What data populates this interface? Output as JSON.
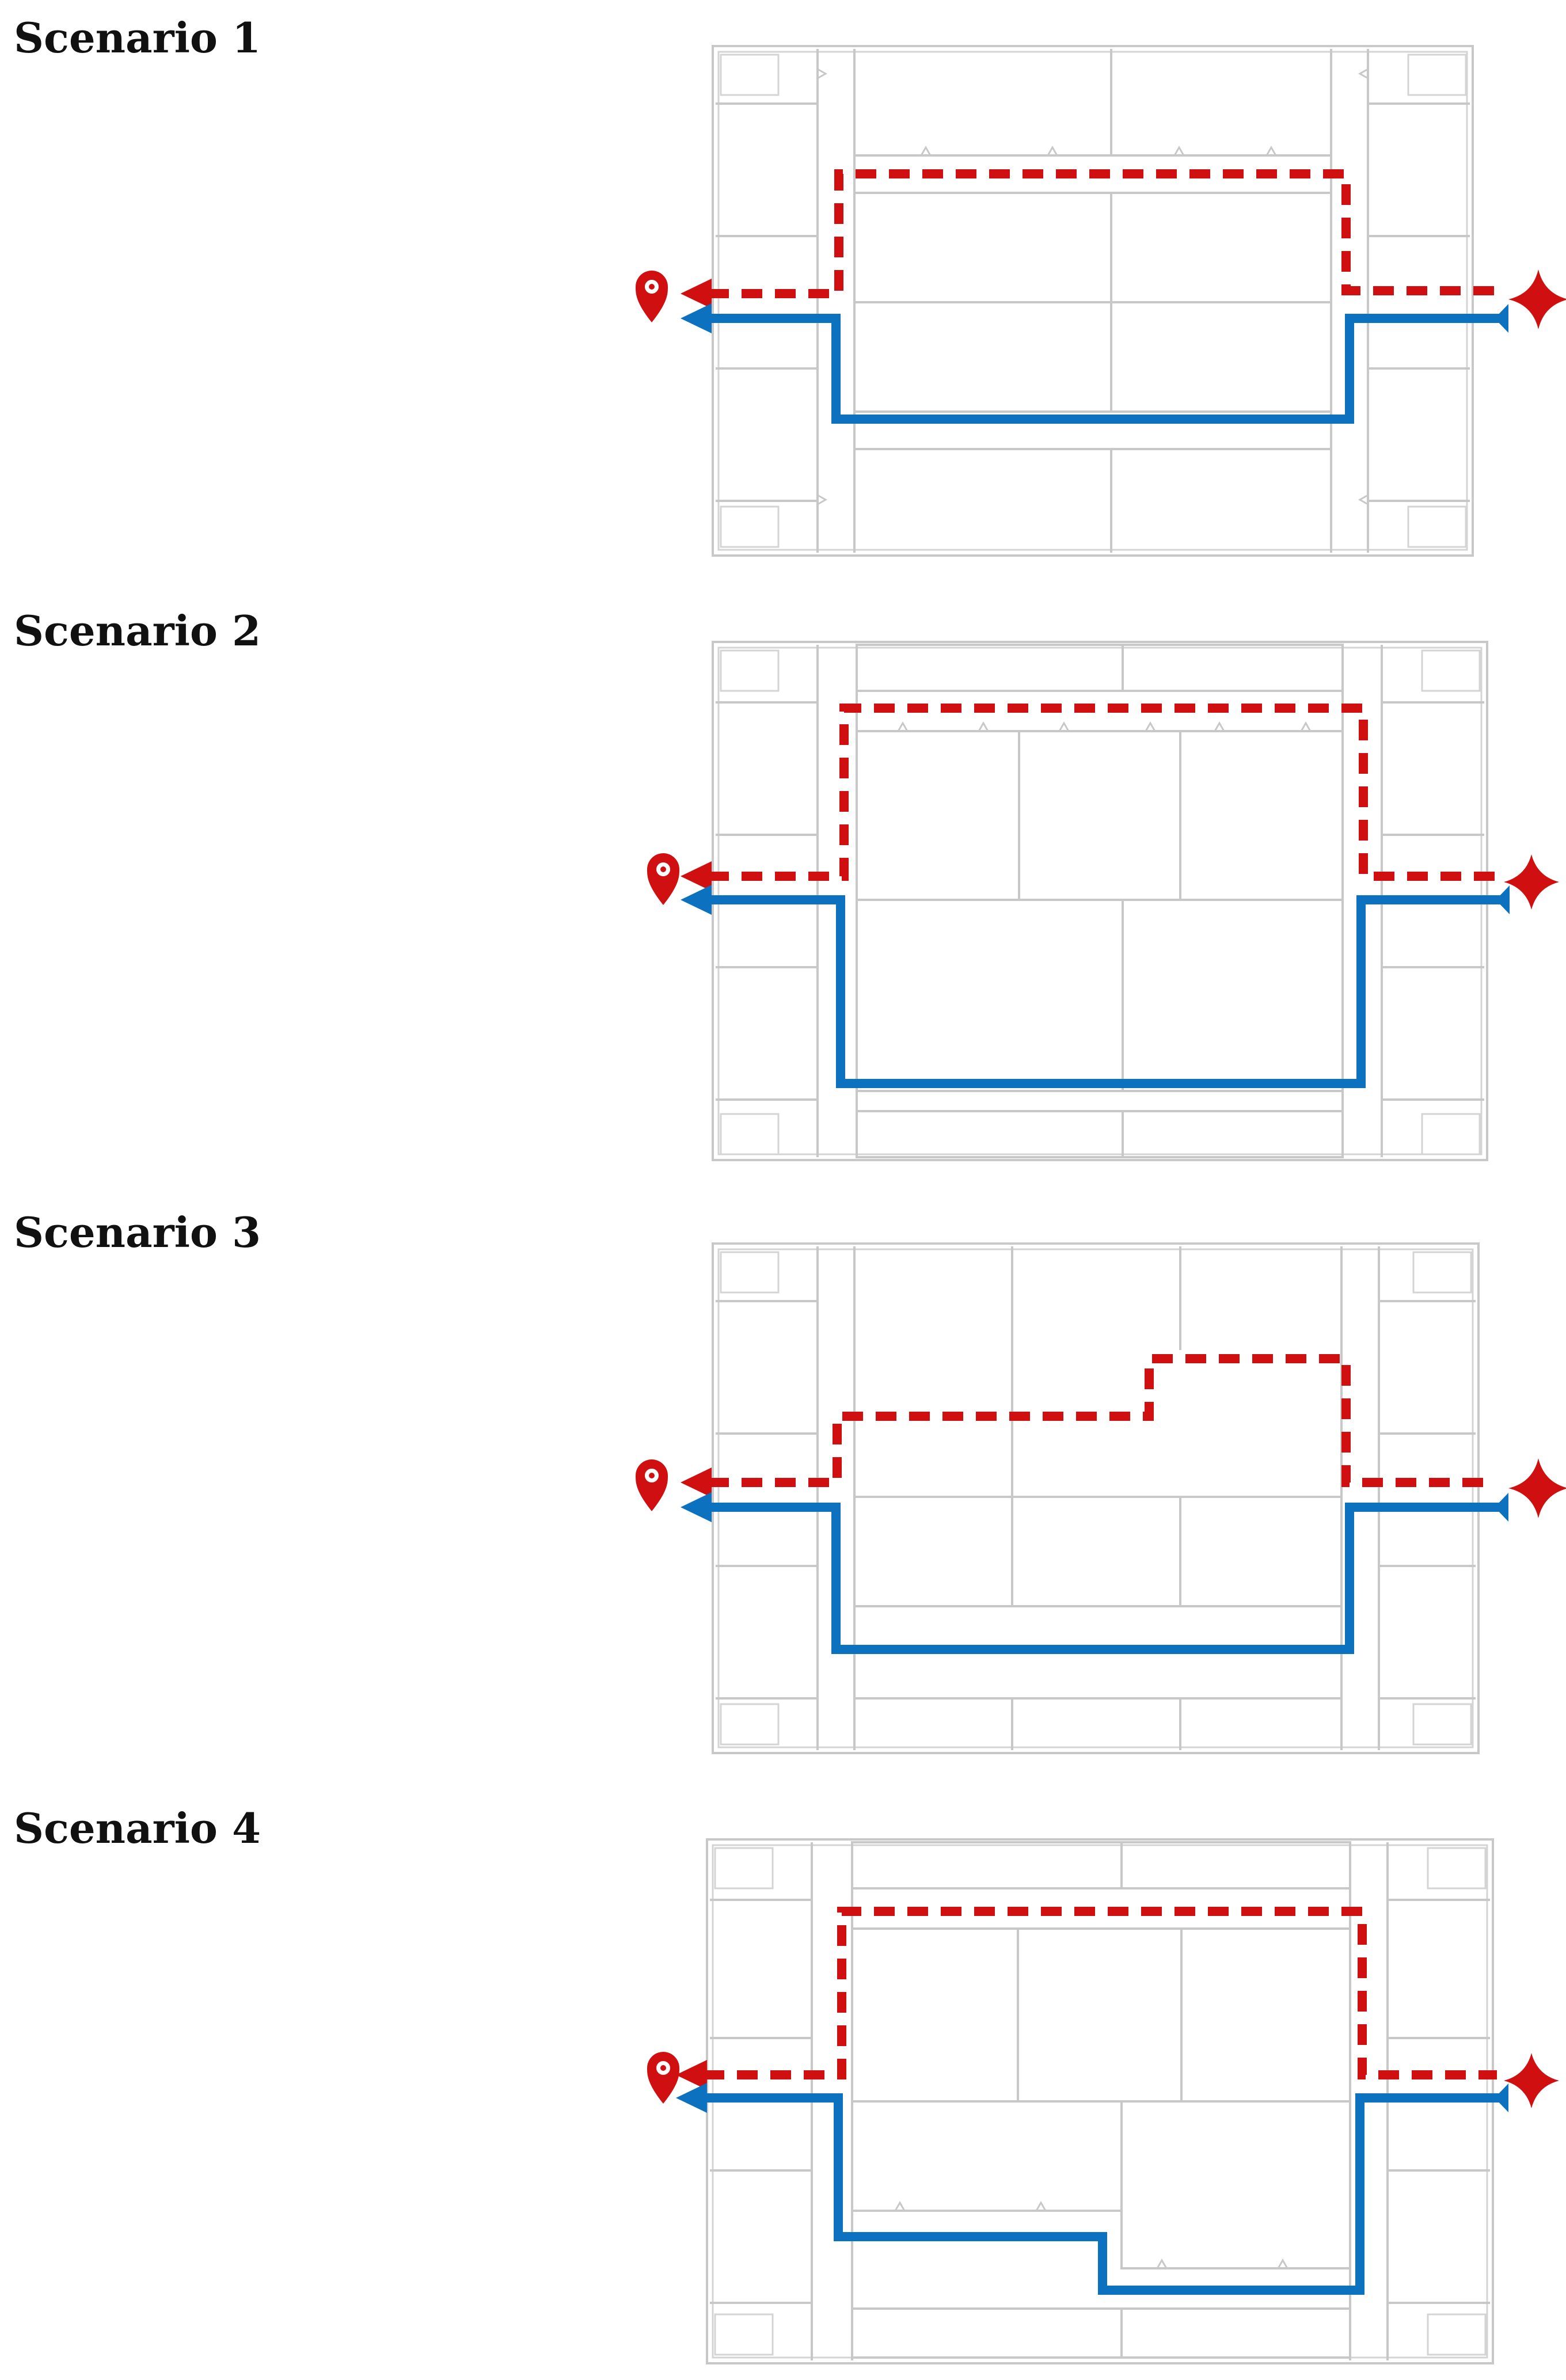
{
  "figure": {
    "scenarios": [
      {
        "title": "Scenario 1"
      },
      {
        "title": "Scenario 2"
      },
      {
        "title": "Scenario 3"
      },
      {
        "title": "Scenario 4"
      }
    ]
  },
  "legend_colors": {
    "dashed_route": "#d01010",
    "solid_route": "#0c72c0",
    "start_marker": "#d01010",
    "end_marker": "#d01010",
    "walls": "#c8c8c8"
  },
  "icons": {
    "start": "four-point-star-icon",
    "end": "location-pin-icon",
    "arrow": "arrowhead-icon"
  }
}
